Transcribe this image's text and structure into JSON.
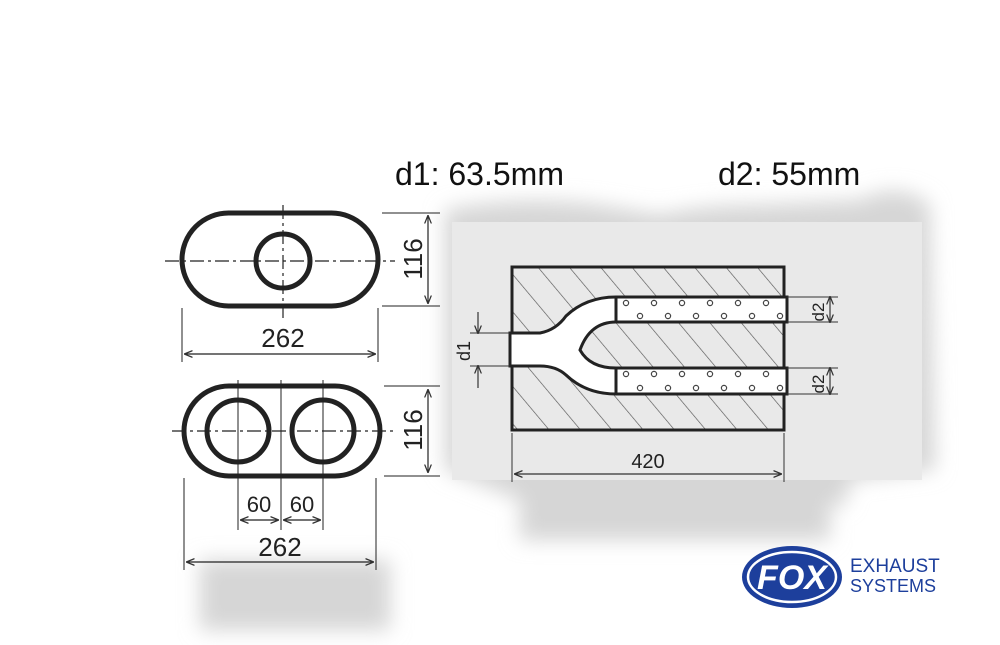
{
  "headings": {
    "d1": "d1: 63.5mm",
    "d2": "d2: 55mm"
  },
  "top_view": {
    "width": "262",
    "height": "116"
  },
  "bottom_view": {
    "width": "262",
    "height": "116",
    "left_offset": "60",
    "right_offset": "60"
  },
  "side_view": {
    "length": "420",
    "inlet": "d1",
    "outlet_top": "d2",
    "outlet_bottom": "d2"
  },
  "logo": {
    "mark": "FOX",
    "line1": "EXHAUST",
    "line2": "SYSTEMS",
    "color": "#1d3f9c"
  }
}
